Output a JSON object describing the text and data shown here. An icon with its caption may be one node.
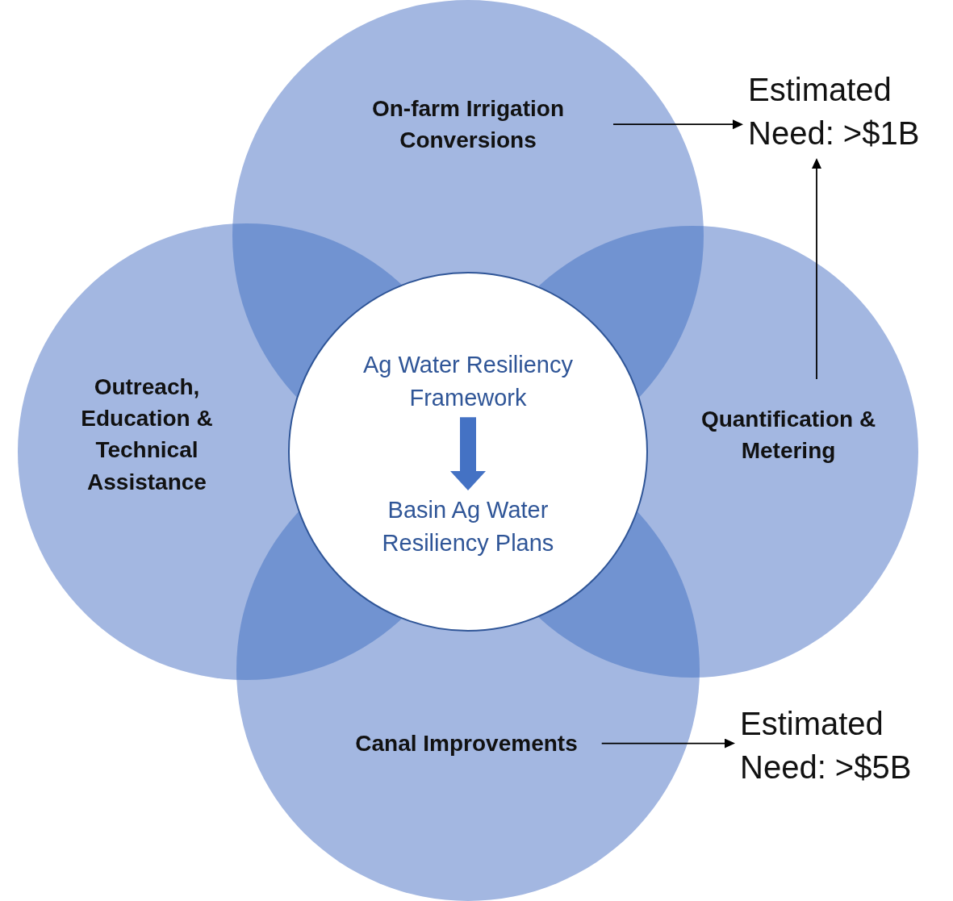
{
  "diagram": {
    "nodes": [
      {
        "text": [
          "On-farm Irrigation Conversions"
        ]
      },
      {
        "text": [
          "Outreach, Education & Technical Assistance"
        ]
      },
      {
        "text": [],
        "shape": "circle"
      },
      {
        "text": [
          "Ag Water Resiliency Framework"
        ],
        "in": 2
      },
      {
        "text": [
          "Basin Ag Water Resiliency Plans"
        ],
        "in": 2
      },
      {
        "text": [
          "Quantification & Metering"
        ]
      },
      {
        "text": [
          "Canal Improvements"
        ]
      },
      {
        "text": [
          "Estimated Need: >$1B"
        ]
      },
      {
        "text": [
          "Estimated Need: >$5B"
        ]
      }
    ],
    "edges": [
      {
        "from": 0,
        "to": 7,
        "arrow": "to"
      },
      {
        "from": 3,
        "to": 4,
        "arrow": "to",
        "style": "thick",
        "color": "#4472c4"
      },
      {
        "from": 5,
        "to": 7,
        "arrow": "to"
      },
      {
        "from": 6,
        "to": 8,
        "arrow": "to"
      }
    ]
  }
}
